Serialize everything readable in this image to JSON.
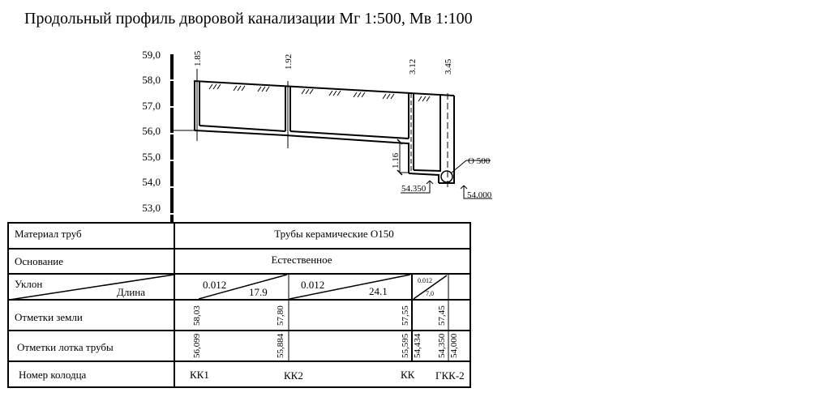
{
  "title": "Продольный профиль дворовой канализации  Мг 1:500, Мв 1:100",
  "axis": {
    "ticks": [
      "59,0",
      "58,0",
      "57,0",
      "56,0",
      "55,0",
      "54,0",
      "53,0"
    ]
  },
  "profile": {
    "depths": [
      "1.85",
      "1.92",
      "3.12",
      "3.45"
    ],
    "drop_height": "1.16",
    "well_diameter": "О 500",
    "mark_left": "54.350",
    "mark_right": "54.000"
  },
  "table": {
    "rows": {
      "material": {
        "label": "Материал труб",
        "value": "Трубы керамические О150"
      },
      "base": {
        "label": "Основание",
        "value": "Естественное"
      },
      "slope": {
        "label_top": "Уклон",
        "label_bottom": "Длина",
        "segments": [
          {
            "slope": "0.012",
            "length": "17.9"
          },
          {
            "slope": "0.012",
            "length": "24.1"
          },
          {
            "slope": "0.012",
            "length": "7,0"
          }
        ]
      },
      "ground": {
        "label": "Отметки земли",
        "values": [
          "58,03",
          "57,80",
          "57,55",
          "57,45"
        ]
      },
      "invert": {
        "label": "Отметки лотка трубы",
        "values": [
          "56,099",
          "55,884",
          "55,595",
          "54,434",
          "54,350",
          "54,000"
        ]
      },
      "wells": {
        "label": "Номер колодца",
        "values": [
          "КК1",
          "КК2",
          "КК",
          "ГКК-2"
        ]
      }
    }
  }
}
